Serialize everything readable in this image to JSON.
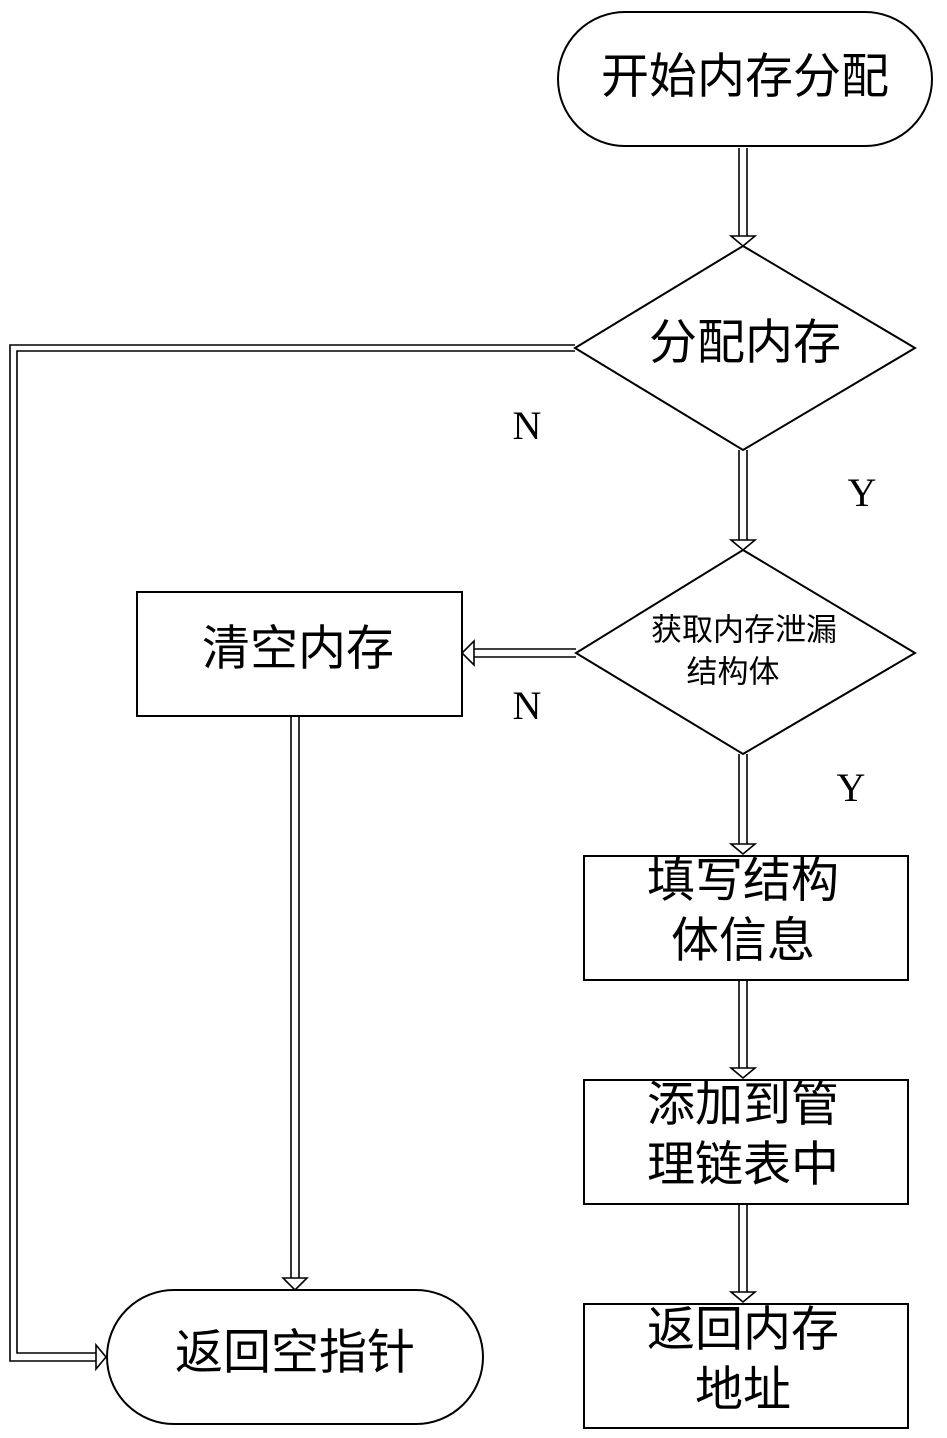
{
  "diagram": {
    "type": "flowchart",
    "nodes": {
      "start": {
        "shape": "terminal",
        "label": "开始内存分配"
      },
      "allocate": {
        "shape": "decision",
        "label": "分配内存"
      },
      "get_struct": {
        "shape": "decision",
        "line1": "获取内存泄漏",
        "line2": "结构体"
      },
      "clear": {
        "shape": "process",
        "label": "清空内存"
      },
      "fill": {
        "shape": "process",
        "line1": "填写结构",
        "line2": "体信息"
      },
      "add": {
        "shape": "process",
        "line1": "添加到管",
        "line2": "理链表中"
      },
      "return_addr": {
        "shape": "process",
        "line1": "返回内存",
        "line2": "地址"
      },
      "return_null": {
        "shape": "terminal",
        "label": "返回空指针"
      }
    },
    "edges": [
      {
        "from": "start",
        "to": "allocate",
        "label": ""
      },
      {
        "from": "allocate",
        "to": "get_struct",
        "label": "Y"
      },
      {
        "from": "allocate",
        "to": "return_null",
        "label": "N"
      },
      {
        "from": "get_struct",
        "to": "fill",
        "label": "Y"
      },
      {
        "from": "get_struct",
        "to": "clear",
        "label": "N"
      },
      {
        "from": "clear",
        "to": "return_null",
        "label": ""
      },
      {
        "from": "fill",
        "to": "add",
        "label": ""
      },
      {
        "from": "add",
        "to": "return_addr",
        "label": ""
      }
    ],
    "edge_labels": {
      "allocate_no": "N",
      "allocate_yes": "Y",
      "get_struct_no": "N",
      "get_struct_yes": "Y"
    }
  }
}
